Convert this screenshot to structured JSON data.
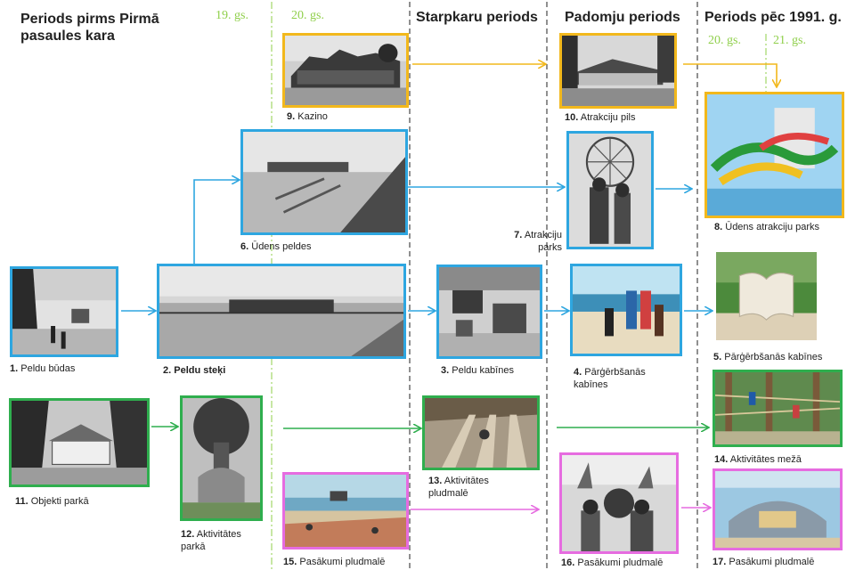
{
  "headers": {
    "pre_war": "Periods pirms Pirmā pasaules kara",
    "interwar": "Starpkaru periods",
    "soviet": "Padomju periods",
    "post_1991": "Periods pēc 1991. g."
  },
  "centuries": {
    "c19": "19. gs.",
    "c20_left": "20. gs.",
    "c20_right": "20. gs.",
    "c21": "21. gs."
  },
  "items": [
    {
      "num": "1.",
      "label": "Peldu būdas"
    },
    {
      "num": "2.",
      "label": "Peldu steķi"
    },
    {
      "num": "3.",
      "label": "Peldu kabīnes"
    },
    {
      "num": "4.",
      "label": "Pārģērbšanās kabīnes"
    },
    {
      "num": "5.",
      "label": "Pārģērbšanās kabīnes"
    },
    {
      "num": "6.",
      "label": "Ūdens peldes"
    },
    {
      "num": "7.",
      "label": "Atrakciju parks"
    },
    {
      "num": "8.",
      "label": "Ūdens atrakciju parks"
    },
    {
      "num": "9.",
      "label": "Kazino"
    },
    {
      "num": "10.",
      "label": "Atrakciju pils"
    },
    {
      "num": "11.",
      "label": "Objekti parkā"
    },
    {
      "num": "12.",
      "label": "Aktivitātes parkā"
    },
    {
      "num": "13.",
      "label": "Aktivitātes pludmalē"
    },
    {
      "num": "14.",
      "label": "Aktivitātes mežā"
    },
    {
      "num": "15.",
      "label": "Pasākumi pludmalē"
    },
    {
      "num": "16.",
      "label": "Pasākumi pludmalē"
    },
    {
      "num": "17.",
      "label": "Pasākumi pludmalē"
    }
  ],
  "colors": {
    "yellow": "#f2b81c",
    "blue": "#2ea6e0",
    "green": "#2fae4e",
    "pink": "#e66ce0",
    "century_green": "#8fcf4a"
  }
}
